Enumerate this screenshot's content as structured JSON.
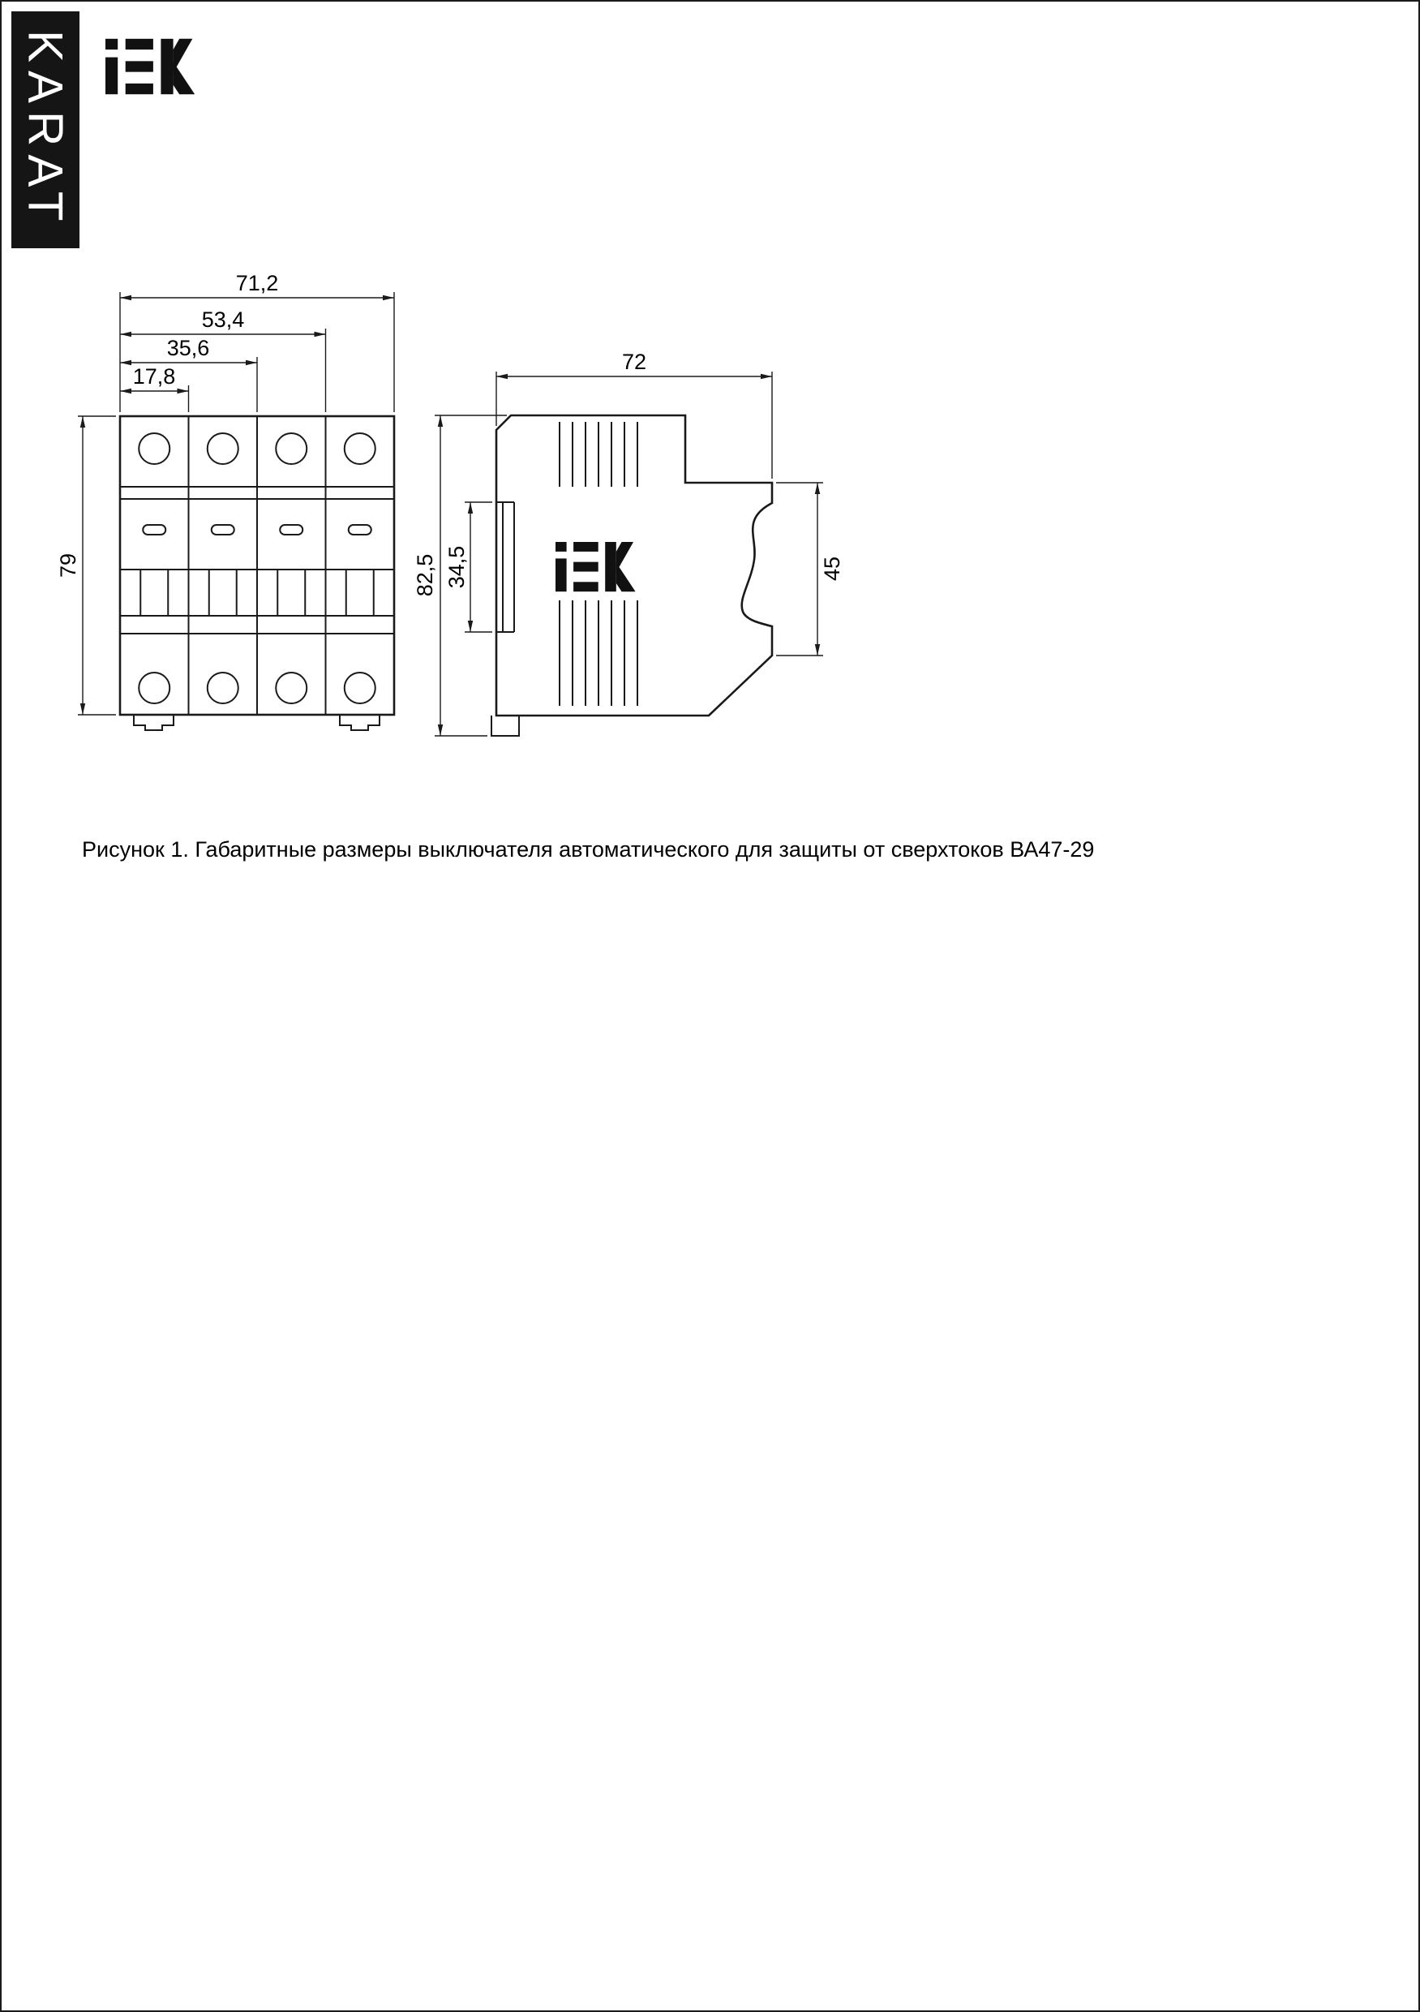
{
  "page": {
    "brand_banner": "KARAT",
    "caption": "Рисунок 1. Габаритные размеры выключателя автоматического для защиты от сверхтоков ВА47-29"
  },
  "front_view": {
    "dim_width_total": "71,2",
    "dim_width_3mod": "53,4",
    "dim_width_2mod": "35,6",
    "dim_width_1mod": "17,8",
    "dim_height": "79"
  },
  "side_view": {
    "dim_depth": "72",
    "dim_height_total": "82,5",
    "dim_rail_recess": "34,5",
    "dim_front_height": "45"
  }
}
